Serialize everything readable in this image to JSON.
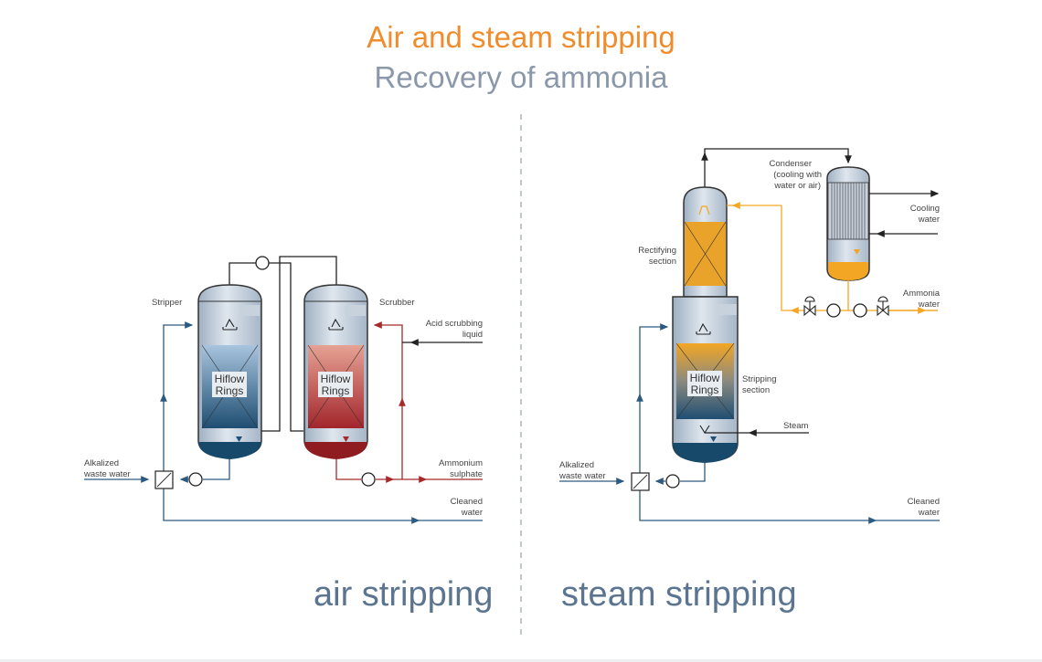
{
  "header": {
    "title": "Air and steam stripping",
    "subtitle": "Recovery of ammonia"
  },
  "colors": {
    "title": "#f08c2c",
    "subtitle": "#8a98aa",
    "water_line": "#2c5a80",
    "acid_line": "#a52a2a",
    "ammonia_line": "#f5a623",
    "gas_line": "#222222"
  },
  "air_stripping": {
    "label": "air stripping",
    "stripper_label": "Stripper",
    "scrubber_label": "Scrubber",
    "stripper_packing": [
      "Hiflow",
      "Rings"
    ],
    "scrubber_packing": [
      "Hiflow",
      "Rings"
    ],
    "acid_input": [
      "Acid scrubbing",
      "liquid"
    ],
    "ammonium_output": [
      "Ammonium",
      "sulphate"
    ],
    "feed_input": [
      "Alkalized",
      "waste water"
    ],
    "cleaned_output": [
      "Cleaned",
      "water"
    ]
  },
  "steam_stripping": {
    "label": "steam stripping",
    "condenser_label": [
      "Condenser",
      "(cooling with",
      "water or air)"
    ],
    "cooling_label": [
      "Cooling",
      "water"
    ],
    "rectifying_label": [
      "Rectifying",
      "section"
    ],
    "stripping_label": [
      "Stripping",
      "section"
    ],
    "ammonia_output": [
      "Ammonia",
      "water"
    ],
    "steam_input": "Steam",
    "packing": [
      "Hiflow",
      "Rings"
    ],
    "feed_input": [
      "Alkalized",
      "waste water"
    ],
    "cleaned_output": [
      "Cleaned",
      "water"
    ]
  }
}
